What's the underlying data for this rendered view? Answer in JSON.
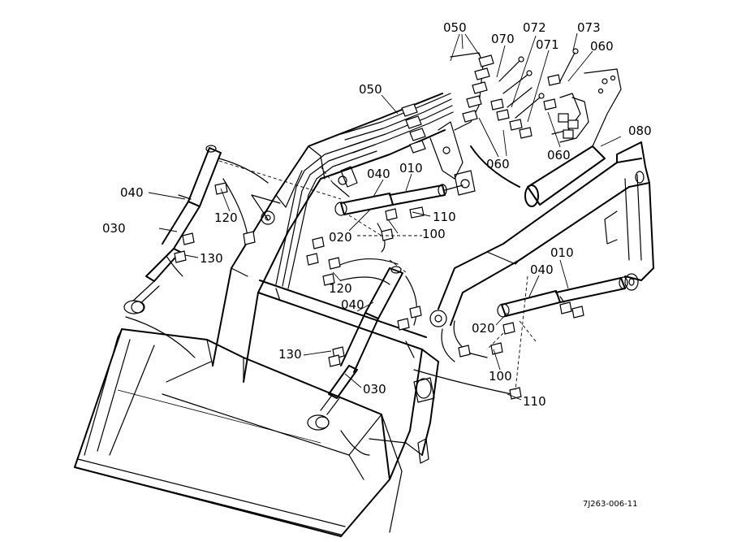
{
  "callouts": [
    {
      "id": "c-050-top",
      "text": "050"
    },
    {
      "id": "c-070",
      "text": "070"
    },
    {
      "id": "c-072",
      "text": "072"
    },
    {
      "id": "c-071",
      "text": "071"
    },
    {
      "id": "c-073",
      "text": "073"
    },
    {
      "id": "c-060-top",
      "text": "060"
    },
    {
      "id": "c-050-left",
      "text": "050"
    },
    {
      "id": "c-080",
      "text": "080"
    },
    {
      "id": "c-060-mid",
      "text": "060"
    },
    {
      "id": "c-060-low",
      "text": "060"
    },
    {
      "id": "c-040-left",
      "text": "040"
    },
    {
      "id": "c-040-upper",
      "text": "040"
    },
    {
      "id": "c-010-upper",
      "text": "010"
    },
    {
      "id": "c-120-upper",
      "text": "120"
    },
    {
      "id": "c-110-upper",
      "text": "110"
    },
    {
      "id": "c-030-left",
      "text": "030"
    },
    {
      "id": "c-020-upper",
      "text": "020"
    },
    {
      "id": "c-100-upper",
      "text": "100"
    },
    {
      "id": "c-130-left",
      "text": "130"
    },
    {
      "id": "c-010-right",
      "text": "010"
    },
    {
      "id": "c-040-right",
      "text": "040"
    },
    {
      "id": "c-120-lower",
      "text": "120"
    },
    {
      "id": "c-040-center",
      "text": "040"
    },
    {
      "id": "c-020-lower",
      "text": "020"
    },
    {
      "id": "c-130-lower",
      "text": "130"
    },
    {
      "id": "c-100-lower",
      "text": "100"
    },
    {
      "id": "c-030-lower",
      "text": "030"
    },
    {
      "id": "c-110-lower",
      "text": "110"
    }
  ],
  "drawing_code": "7J263-006-11"
}
